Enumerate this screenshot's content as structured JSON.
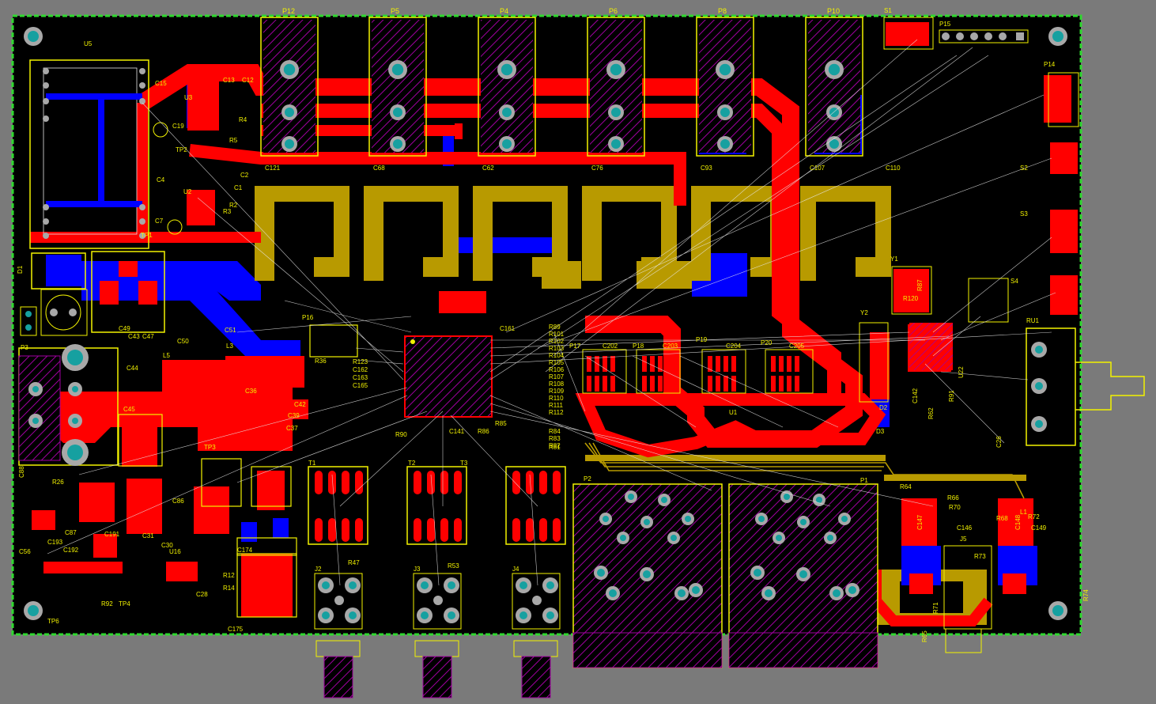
{
  "board": {
    "colors": {
      "background": "#7a7a7a",
      "board": "#000000",
      "outline": "#2fd82f",
      "top_copper": "#ff0000",
      "bottom_copper": "#0000ff",
      "silkscreen": "#f2f200",
      "pad": "#a8a8a8",
      "pad_hole": "#16a0a0",
      "mechanical": "#a000a0",
      "gold_layer": "#b89a00",
      "ratsnest": "#e8e8e8"
    }
  },
  "labels": {
    "power_connectors": [
      "P12",
      "P5",
      "P4",
      "P6",
      "P8",
      "P10"
    ],
    "top_right": [
      "S1",
      "P15",
      "P14",
      "S2",
      "S3",
      "S4",
      "RU1"
    ],
    "regulators": [
      "U5",
      "U3",
      "U2",
      "TP1",
      "TP2",
      "C15",
      "C13",
      "C12",
      "C19",
      "R4",
      "R5",
      "C4",
      "C2",
      "R3",
      "R2",
      "C7",
      "C1"
    ],
    "mosfet_caps": [
      "C121",
      "C68",
      "C62",
      "C76",
      "C93",
      "C107",
      "C110"
    ],
    "left_side": [
      "D1",
      "C49",
      "C43",
      "C47",
      "C50",
      "L5",
      "C44",
      "C45",
      "P3",
      "C88",
      "C51",
      "L3",
      "P16",
      "R36",
      "C36",
      "C42",
      "C37",
      "C39"
    ],
    "mcu_area": [
      "R123",
      "C162",
      "C163",
      "C165",
      "C161",
      "R89",
      "R101",
      "R102",
      "R103",
      "R104",
      "R105",
      "R106",
      "R107",
      "R108",
      "R109",
      "R110",
      "R111",
      "R112",
      "R85",
      "R84",
      "R83",
      "R82",
      "R81",
      "R90",
      "C141",
      "R86"
    ],
    "drivers": [
      "P17",
      "P18",
      "P19",
      "P20",
      "C202",
      "C203",
      "C204",
      "C205",
      "Y1",
      "Y2",
      "R120",
      "R87",
      "C142",
      "R91",
      "R62",
      "U22",
      "D2",
      "D3",
      "U1"
    ],
    "transformers": [
      "T1",
      "T2",
      "T3",
      "J2",
      "J3",
      "J4",
      "R47",
      "R53",
      "P2",
      "P1"
    ],
    "bottom_left": [
      "R26",
      "C86",
      "C87",
      "C191",
      "C193",
      "C192",
      "C56",
      "C31",
      "C30",
      "U16",
      "R12",
      "R14",
      "C28",
      "R92",
      "TP4",
      "TP6",
      "C174",
      "C175",
      "TP3"
    ],
    "bottom_right": [
      "R64",
      "R66",
      "R70",
      "R68",
      "C146",
      "C147",
      "C148",
      "C149",
      "J5",
      "R72",
      "R73",
      "R71",
      "R74",
      "R65",
      "C26",
      "L1"
    ]
  }
}
